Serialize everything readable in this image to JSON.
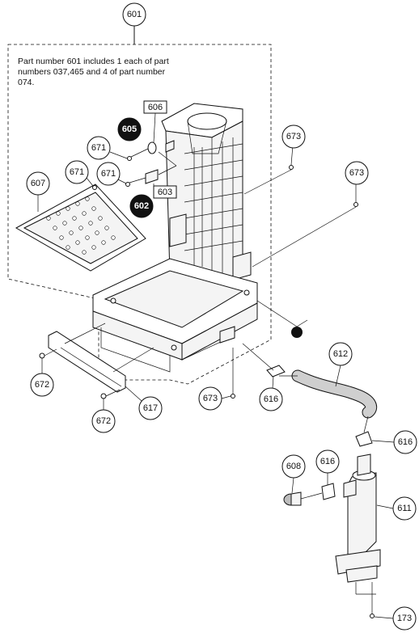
{
  "note": "Part number 601 includes 1 each of part numbers 037,465 and 4 of part number 074.",
  "callouts": {
    "c601": "601",
    "c606": "606",
    "c605": "605",
    "c671a": "671",
    "c671b": "671",
    "c671c": "671",
    "c673a": "673",
    "c673b": "673",
    "c673c": "673",
    "c607": "607",
    "c603": "603",
    "c602": "602",
    "c612": "612",
    "c672a": "672",
    "c672b": "672",
    "c617": "617",
    "c616a": "616",
    "c616b": "616",
    "c616c": "616",
    "c608": "608",
    "c611": "611",
    "c173": "173"
  }
}
